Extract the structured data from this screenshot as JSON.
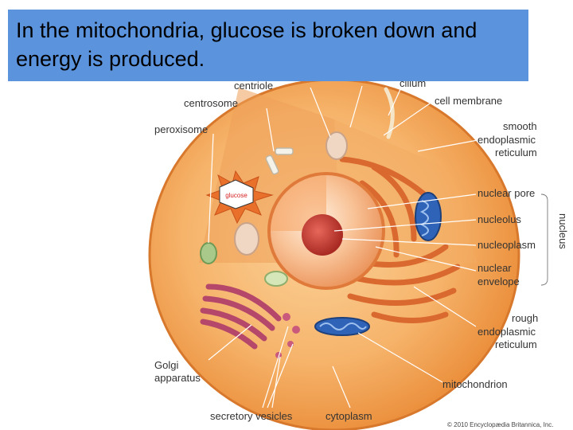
{
  "caption": "In the mitochondria, glucose is broken down and energy is produced.",
  "labels": {
    "centriole": "centriole",
    "cilium": "cilium",
    "centrosome": "centrosome",
    "cell_membrane": "cell membrane",
    "peroxisome": "peroxisome",
    "smooth_er_1": "smooth",
    "smooth_er_2": "endoplasmic",
    "smooth_er_3": "reticulum",
    "nuclear_pore": "nuclear pore",
    "nucleolus": "nucleolus",
    "nucleoplasm": "nucleoplasm",
    "nuclear_envelope_1": "nuclear",
    "nuclear_envelope_2": "envelope",
    "nucleus_bracket": "nucleus",
    "rough_er_1": "rough",
    "rough_er_2": "endoplasmic",
    "rough_er_3": "reticulum",
    "golgi_1": "Golgi",
    "golgi_2": "apparatus",
    "mitochondrion": "mitochondrion",
    "secretory_vesicles": "secretory vesicles",
    "cytoplasm": "cytoplasm",
    "glucose": "glucose"
  },
  "credit": "© 2010 Encyclopædia Britannica, Inc.",
  "colors": {
    "caption_bg": "#5b93dd",
    "cell_outer": "#f2a055",
    "cytoplasm": "#f6b36a",
    "nucleus": "#f4a96a",
    "nucleolus": "#c8392f",
    "mitochondrion": "#2f63b8",
    "golgi": "#b5476a",
    "rough_er": "#e07a3a",
    "glucose_burst": "#e8702a"
  }
}
